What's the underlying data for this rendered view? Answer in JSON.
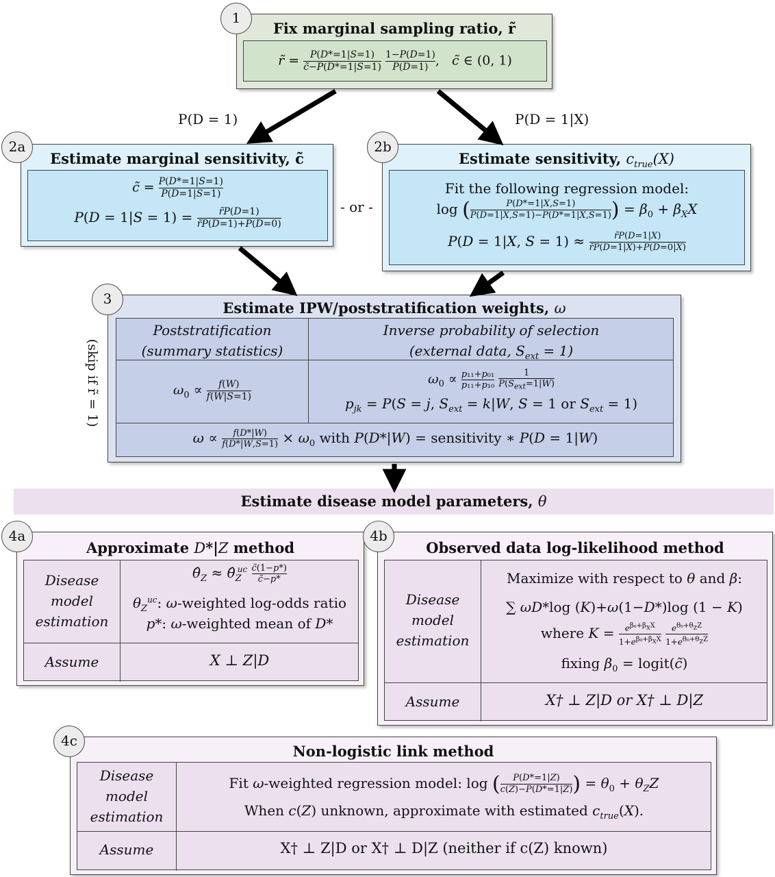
{
  "step1": {
    "number": "1",
    "title": "Fix marginal sampling ratio, r̃",
    "formula": "r̃ = P(D*=1|S=1) / (c̃−P(D*=1|S=1)) · (1−P(D=1)) / P(D=1),   c̃ ∈ (0, 1)"
  },
  "edge_labels": {
    "left": "P(D = 1)",
    "right": "P(D = 1|X)",
    "or": "- or -",
    "skip": "(skip if r̃ = 1)"
  },
  "step2a": {
    "number": "2a",
    "title": "Estimate marginal sensitivity, c̃",
    "line1": "c̃ = P(D*=1|S=1) / P(D=1|S=1)",
    "line2": "P(D = 1|S = 1) = r̃P(D=1) / (r̃P(D=1)+P(D=0))"
  },
  "step2b": {
    "number": "2b",
    "title": "Estimate sensitivity, c_true(X)",
    "line1": "Fit the following regression model:",
    "line2": "log( P(D*=1|X,S=1) / (P(D=1|X,S=1)−P(D*=1|X,S=1)) ) = β₀ + β_X X",
    "line3": "P(D = 1|X, S = 1) ≈ r̃P(D=1|X) / (r̃P(D=1|X)+P(D=0|X))"
  },
  "step3": {
    "number": "3",
    "title": "Estimate IPW/poststratification weights, ω",
    "col1_header_1": "Poststratification",
    "col1_header_2": "(summary statistics)",
    "col2_header_1": "Inverse probability of selection",
    "col2_header_2": "(external data, S_ext = 1)",
    "col1_formula": "ω₀ ∝ f(W) / f(W|S=1)",
    "col2_formula_1": "ω₀ ∝ (p₁₁+p₀₁)/(p₁₁+p₁₀) · 1/P(S_ext=1|W)",
    "col2_formula_2": "p_jk = P(S = j, S_ext = k|W, S = 1 or S_ext = 1)",
    "bottom": "ω ∝ f(D*|W)/f(D*|W,S=1) × ω₀ with P(D*|W) = sensitivity ∗ P(D = 1|W)"
  },
  "banner": "Estimate disease model parameters, θ",
  "step4a": {
    "number": "4a",
    "title": "Approximate D*|Z method",
    "row1_label": "Disease model estimation",
    "row1_line1": "θ̂_Z ≈ θ̂_Z^uc · c̃(1−p*)/(c̃−p*)",
    "row1_line2": "θ_Z^uc: ω-weighted log-odds ratio",
    "row1_line3": "p*: ω-weighted mean of D*",
    "row2_label": "Assume",
    "row2_value": "X ⊥ Z|D"
  },
  "step4b": {
    "number": "4b",
    "title": "Observed data log-likelihood method",
    "row1_label": "Disease model estimation",
    "row1_line1": "Maximize with respect to θ and β:",
    "row1_line2": "∑ ωD*log (K)+ω(1−D*)log (1 − K)",
    "row1_line3": "where K = e^(β₀+β_X X)/(1+e^(β₀+β_X X)) · e^(θ₀+θ_Z Z)/(1+e^(θ₀+θ_Z Z))",
    "row1_line4": "fixing β₀ = logit(c̃)",
    "row2_label": "Assume",
    "row2_value": "X† ⊥ Z|D or X† ⊥ D|Z"
  },
  "step4c": {
    "number": "4c",
    "title": "Non-logistic link method",
    "row1_label": "Disease model estimation",
    "row1_line1": "Fit ω-weighted regression model: log( P(D*=1|Z) / (c(Z)−P(D*=1|Z)) ) = θ₀ + θ_Z Z",
    "row1_line2": "When c(Z) unknown, approximate with estimated c_true(X).",
    "row2_label": "Assume",
    "row2_value": "X† ⊥ Z|D or X† ⊥ D|Z (neither if c(Z) known)"
  },
  "colors": {
    "step1_fill": "#dfe8d9",
    "step1_inner": "#d2e3cc",
    "step2_outer": "#dff2fb",
    "step2_inner": "#c4e6f7",
    "step3_outer": "#dde2f1",
    "step3_inner": "#c5cfe8",
    "banner": "#ece0ee",
    "step4_outer": "#f7f0f8",
    "step4_inner": "#ece0ef"
  }
}
